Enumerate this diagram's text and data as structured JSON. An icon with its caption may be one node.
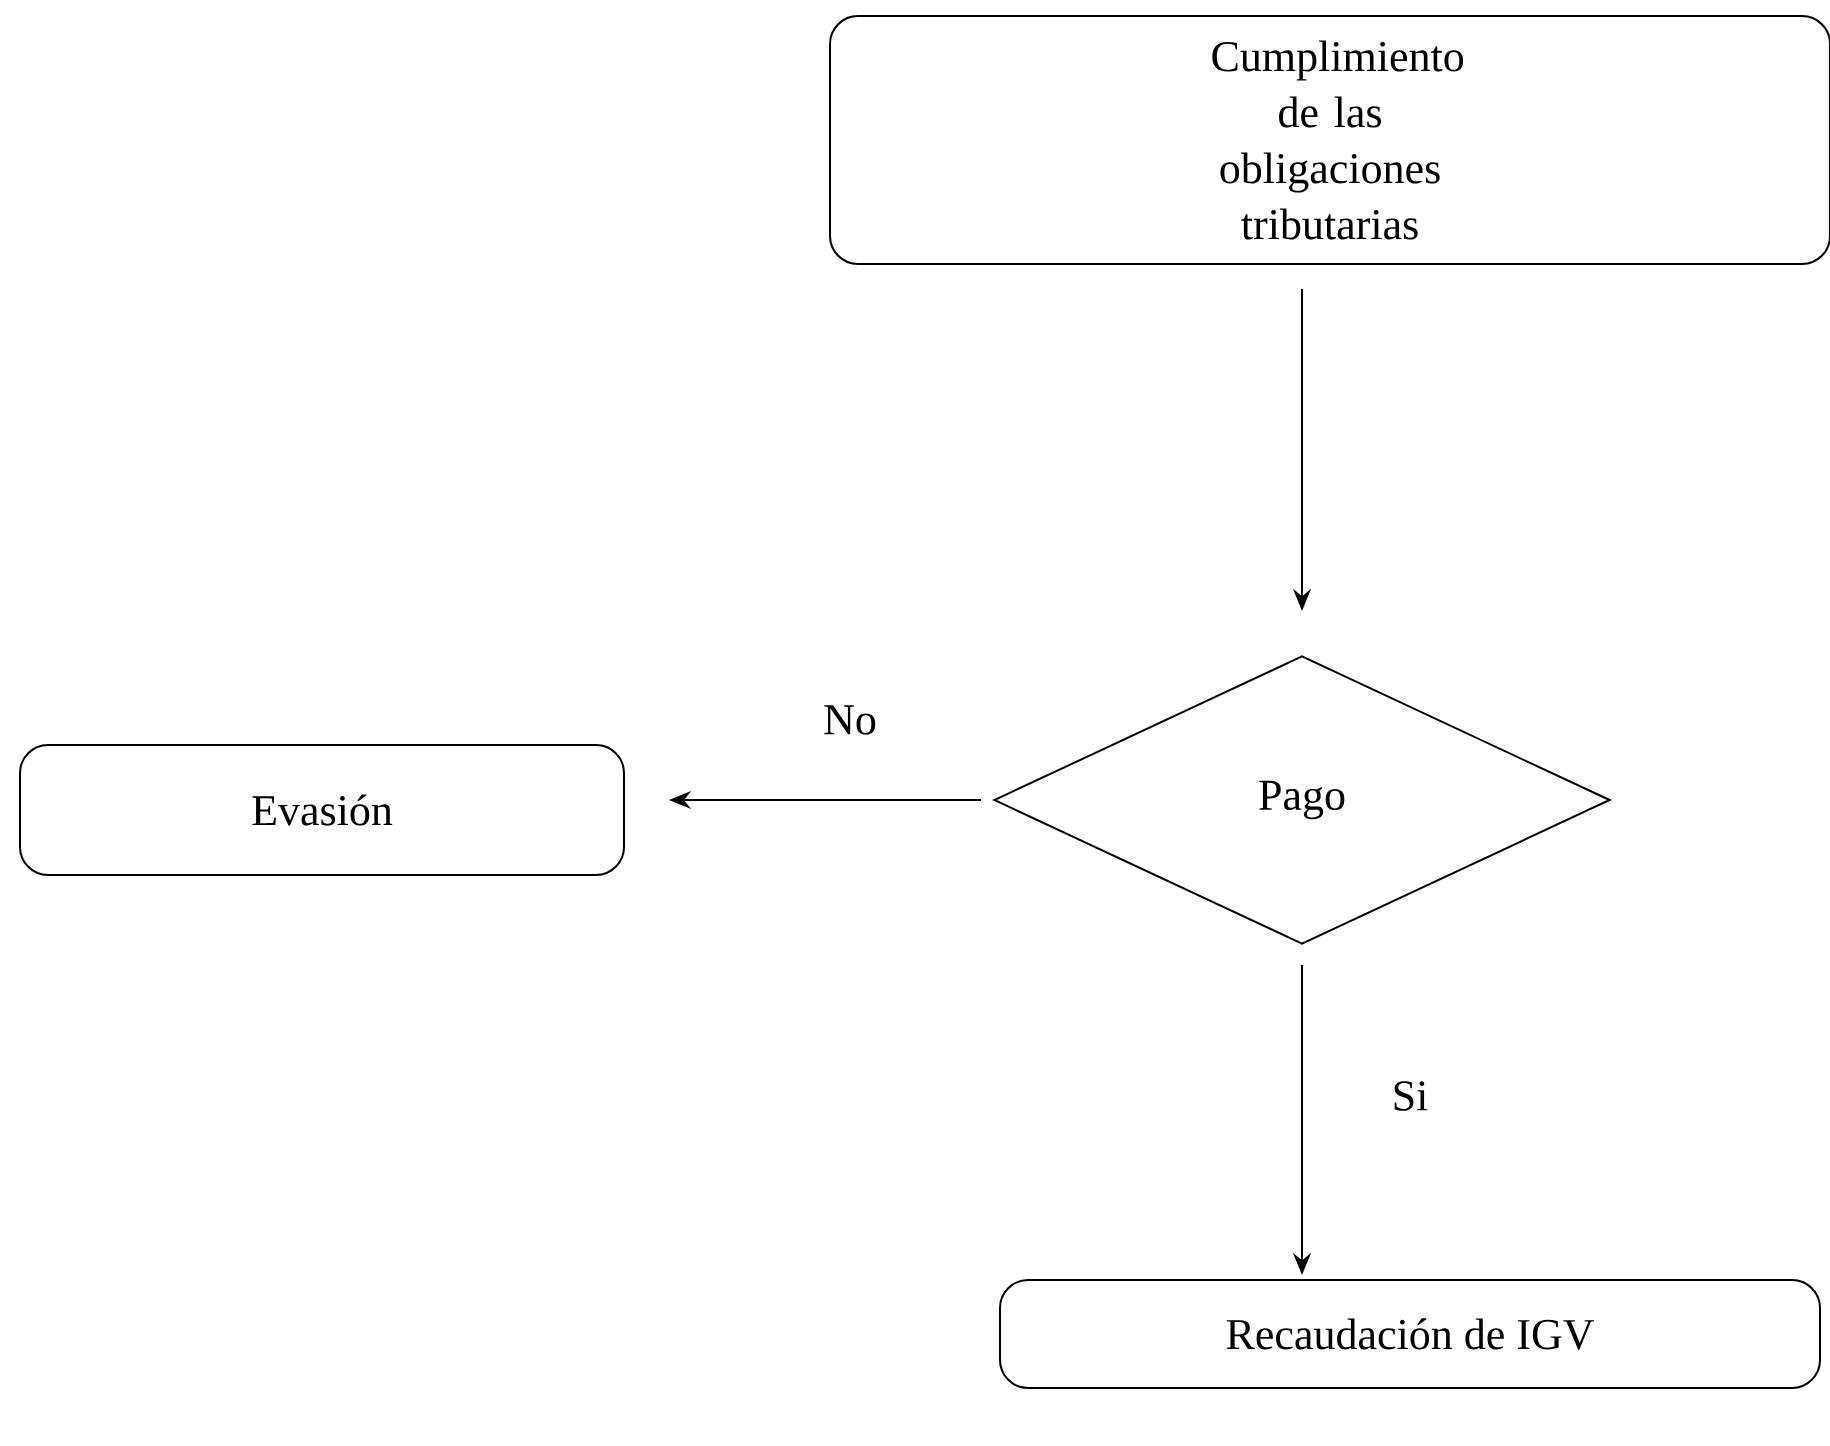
{
  "diagram": {
    "nodes": [
      {
        "text": [
          "Cumplimiento de las obligaciones tributarias"
        ]
      },
      {
        "text": [
          "Pago"
        ]
      },
      {
        "text": [
          "Evasión"
        ]
      },
      {
        "text": [
          "Recaudación de IGV"
        ]
      }
    ],
    "edges": [
      {
        "from": 0,
        "to": 1,
        "arrow": "to"
      },
      {
        "from": 1,
        "to": 2,
        "arrow": "to",
        "label": "No"
      },
      {
        "from": 1,
        "to": 3,
        "arrow": "to",
        "label": "Si"
      }
    ]
  }
}
